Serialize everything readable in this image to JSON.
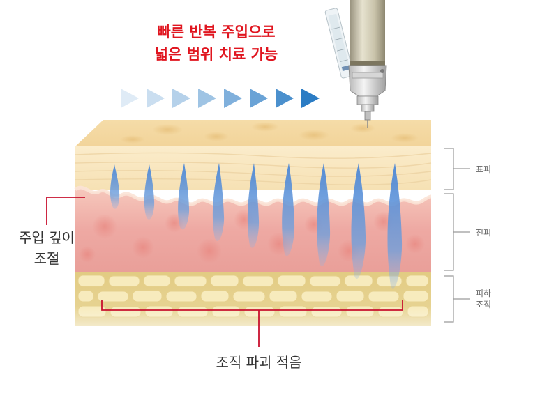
{
  "headline": {
    "line1": "빠른 반복 주입으로",
    "line2": "넓은 범위 치료 가능"
  },
  "layers": {
    "epidermis": "표피",
    "dermis": "진피",
    "subcutaneous_line1": "피하",
    "subcutaneous_line2": "조직"
  },
  "callouts": {
    "depth_line1": "주입 깊이",
    "depth_line2": "조절",
    "minimal_damage": "조직 파괴 적음"
  },
  "colors": {
    "headline": "#e0151f",
    "leader_line": "#c8102e",
    "arrow": "#2b7cc4",
    "epidermis": "#f7e6c0",
    "dermis": "#efb2aa",
    "fat": "#e9d79a",
    "injection": "#5b8fd4"
  }
}
